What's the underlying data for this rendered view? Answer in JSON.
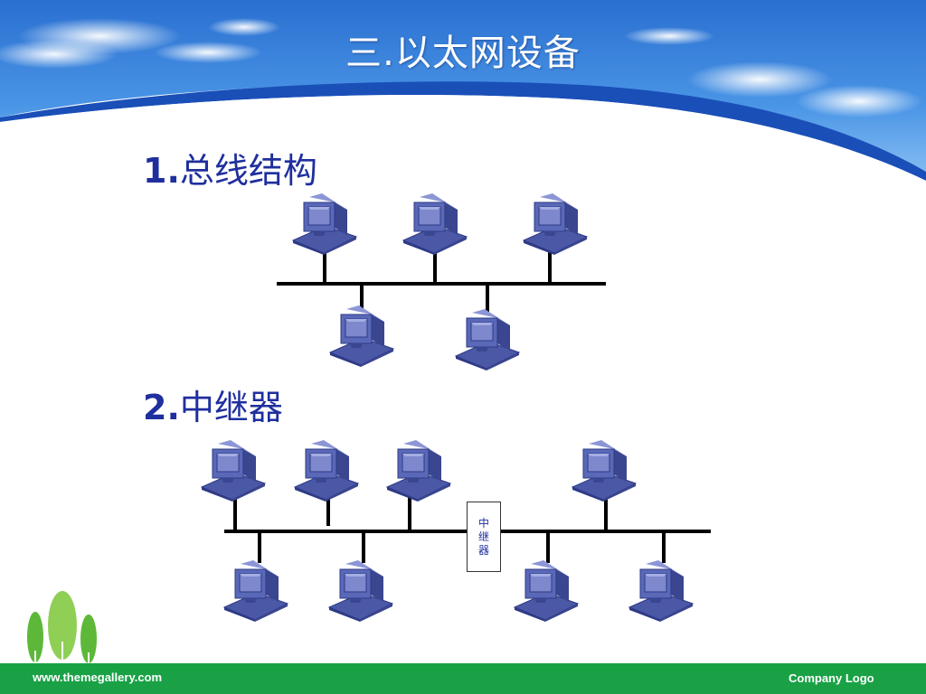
{
  "slide": {
    "title": "三.以太网设备",
    "footer_url": "www.themegallery.com",
    "footer_logo": "Company Logo"
  },
  "sections": [
    {
      "number": "1.",
      "heading": "总线结构",
      "computers": 5
    },
    {
      "number": "2.",
      "heading": "中继器",
      "computers": 8
    }
  ],
  "repeater": {
    "chars": [
      "中",
      "继",
      "器"
    ]
  },
  "colors": {
    "header_blue": "#1a4fb8",
    "heading_text": "#1f2f9e",
    "computer_body": "#5a68b8",
    "computer_dark": "#2e3a86",
    "footer_green": "#1aa146",
    "tree_green": "#5db83a"
  },
  "icons": {
    "computer": "desktop-computer-icon",
    "trees": "tree-decoration-icon"
  }
}
